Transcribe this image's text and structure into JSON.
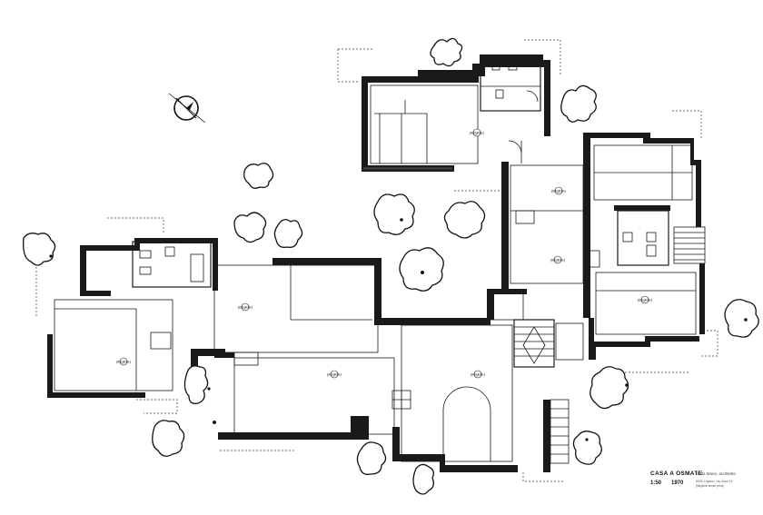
{
  "title_block": {
    "title": "CASA A OSMATE",
    "scale": "1:50",
    "year": "1970",
    "author": "Botta Mario, architetto",
    "note": "6900 Lugano, via Ciani 12 (illegible small print)"
  },
  "north_arrow": {
    "icon": "north-arrow-icon"
  },
  "rooms": [
    {
      "id": "room-bedroom-north",
      "label": "(illegible)"
    },
    {
      "id": "room-hall-north",
      "label": "(illegible)"
    },
    {
      "id": "room-living-east",
      "label": "(illegible)"
    },
    {
      "id": "room-kitchen-east",
      "label": "(illegible)"
    },
    {
      "id": "room-terrace-west",
      "label": "(illegible)"
    },
    {
      "id": "room-living-central",
      "label": "(illegible)"
    },
    {
      "id": "room-study-west",
      "label": "(illegible)"
    },
    {
      "id": "room-entry-south",
      "label": "(illegible)"
    }
  ],
  "trees": [
    "tree-symbol",
    "tree-symbol",
    "tree-symbol",
    "tree-symbol",
    "tree-symbol",
    "tree-symbol",
    "tree-symbol",
    "tree-symbol",
    "tree-symbol",
    "tree-symbol",
    "tree-symbol",
    "tree-symbol",
    "tree-symbol",
    "tree-symbol",
    "tree-symbol",
    "tree-symbol"
  ]
}
